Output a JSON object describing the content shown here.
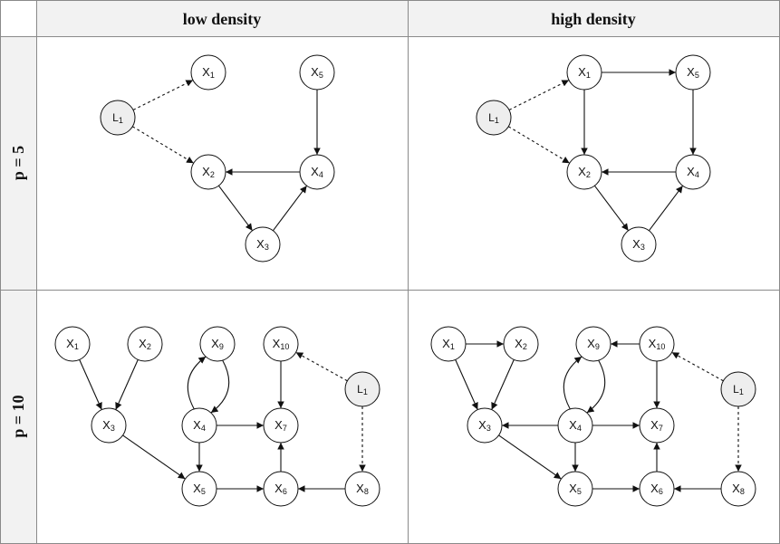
{
  "header": {
    "col_low": "low density",
    "col_high": "high density",
    "row_p5": "p = 5",
    "row_p10": "p = 10"
  },
  "colors": {
    "grid_line": "#8a8a8a",
    "header_fill": "#f2f2f2",
    "cell_fill": "#ffffff",
    "node_fill": "#ffffff",
    "latent_fill": "#eeeeee",
    "edge": "#111111"
  },
  "panels": [
    {
      "id": "p5-low",
      "nodes": [
        {
          "id": "X1",
          "base": "X",
          "sub": "1",
          "latent": false
        },
        {
          "id": "X5",
          "base": "X",
          "sub": "5",
          "latent": false
        },
        {
          "id": "L1",
          "base": "L",
          "sub": "1",
          "latent": true
        },
        {
          "id": "X2",
          "base": "X",
          "sub": "2",
          "latent": false
        },
        {
          "id": "X4",
          "base": "X",
          "sub": "4",
          "latent": false
        },
        {
          "id": "X3",
          "base": "X",
          "sub": "3",
          "latent": false
        }
      ],
      "edges": [
        {
          "from": "L1",
          "to": "X1",
          "dashed": true
        },
        {
          "from": "L1",
          "to": "X2",
          "dashed": true
        },
        {
          "from": "X5",
          "to": "X4",
          "dashed": false
        },
        {
          "from": "X4",
          "to": "X2",
          "dashed": false
        },
        {
          "from": "X2",
          "to": "X3",
          "dashed": false
        },
        {
          "from": "X3",
          "to": "X4",
          "dashed": false
        }
      ]
    },
    {
      "id": "p5-high",
      "nodes": [
        {
          "id": "X1",
          "base": "X",
          "sub": "1",
          "latent": false
        },
        {
          "id": "X5",
          "base": "X",
          "sub": "5",
          "latent": false
        },
        {
          "id": "L1",
          "base": "L",
          "sub": "1",
          "latent": true
        },
        {
          "id": "X2",
          "base": "X",
          "sub": "2",
          "latent": false
        },
        {
          "id": "X4",
          "base": "X",
          "sub": "4",
          "latent": false
        },
        {
          "id": "X3",
          "base": "X",
          "sub": "3",
          "latent": false
        }
      ],
      "edges": [
        {
          "from": "L1",
          "to": "X1",
          "dashed": true
        },
        {
          "from": "L1",
          "to": "X2",
          "dashed": true
        },
        {
          "from": "X1",
          "to": "X5",
          "dashed": false
        },
        {
          "from": "X1",
          "to": "X2",
          "dashed": false
        },
        {
          "from": "X5",
          "to": "X4",
          "dashed": false
        },
        {
          "from": "X4",
          "to": "X2",
          "dashed": false
        },
        {
          "from": "X2",
          "to": "X3",
          "dashed": false
        },
        {
          "from": "X3",
          "to": "X4",
          "dashed": false
        }
      ]
    },
    {
      "id": "p10-low",
      "nodes": [
        {
          "id": "X1",
          "base": "X",
          "sub": "1",
          "latent": false
        },
        {
          "id": "X2",
          "base": "X",
          "sub": "2",
          "latent": false
        },
        {
          "id": "X9",
          "base": "X",
          "sub": "9",
          "latent": false
        },
        {
          "id": "X10",
          "base": "X",
          "sub": "10",
          "latent": false
        },
        {
          "id": "L1",
          "base": "L",
          "sub": "1",
          "latent": true
        },
        {
          "id": "X3",
          "base": "X",
          "sub": "3",
          "latent": false
        },
        {
          "id": "X4",
          "base": "X",
          "sub": "4",
          "latent": false
        },
        {
          "id": "X7",
          "base": "X",
          "sub": "7",
          "latent": false
        },
        {
          "id": "X5",
          "base": "X",
          "sub": "5",
          "latent": false
        },
        {
          "id": "X6",
          "base": "X",
          "sub": "6",
          "latent": false
        },
        {
          "id": "X8",
          "base": "X",
          "sub": "8",
          "latent": false
        }
      ],
      "edges": [
        {
          "from": "X1",
          "to": "X3",
          "dashed": false
        },
        {
          "from": "X2",
          "to": "X3",
          "dashed": false
        },
        {
          "from": "X3",
          "to": "X5",
          "dashed": false
        },
        {
          "from": "X9",
          "to": "X4",
          "dashed": false,
          "curve": -30
        },
        {
          "from": "X4",
          "to": "X9",
          "dashed": false,
          "curve": -30
        },
        {
          "from": "X4",
          "to": "X7",
          "dashed": false
        },
        {
          "from": "X4",
          "to": "X5",
          "dashed": false
        },
        {
          "from": "X10",
          "to": "X7",
          "dashed": false
        },
        {
          "from": "L1",
          "to": "X10",
          "dashed": true
        },
        {
          "from": "L1",
          "to": "X8",
          "dashed": true
        },
        {
          "from": "X5",
          "to": "X6",
          "dashed": false
        },
        {
          "from": "X6",
          "to": "X7",
          "dashed": false
        },
        {
          "from": "X8",
          "to": "X6",
          "dashed": false
        }
      ]
    },
    {
      "id": "p10-high",
      "nodes": [
        {
          "id": "X1",
          "base": "X",
          "sub": "1",
          "latent": false
        },
        {
          "id": "X2",
          "base": "X",
          "sub": "2",
          "latent": false
        },
        {
          "id": "X9",
          "base": "X",
          "sub": "9",
          "latent": false
        },
        {
          "id": "X10",
          "base": "X",
          "sub": "10",
          "latent": false
        },
        {
          "id": "L1",
          "base": "L",
          "sub": "1",
          "latent": true
        },
        {
          "id": "X3",
          "base": "X",
          "sub": "3",
          "latent": false
        },
        {
          "id": "X4",
          "base": "X",
          "sub": "4",
          "latent": false
        },
        {
          "id": "X7",
          "base": "X",
          "sub": "7",
          "latent": false
        },
        {
          "id": "X5",
          "base": "X",
          "sub": "5",
          "latent": false
        },
        {
          "id": "X6",
          "base": "X",
          "sub": "6",
          "latent": false
        },
        {
          "id": "X8",
          "base": "X",
          "sub": "8",
          "latent": false
        }
      ],
      "edges": [
        {
          "from": "X1",
          "to": "X2",
          "dashed": false
        },
        {
          "from": "X1",
          "to": "X3",
          "dashed": false
        },
        {
          "from": "X2",
          "to": "X3",
          "dashed": false
        },
        {
          "from": "X4",
          "to": "X3",
          "dashed": false
        },
        {
          "from": "X3",
          "to": "X5",
          "dashed": false
        },
        {
          "from": "X9",
          "to": "X4",
          "dashed": false,
          "curve": -30
        },
        {
          "from": "X4",
          "to": "X9",
          "dashed": false,
          "curve": -30
        },
        {
          "from": "X10",
          "to": "X9",
          "dashed": false
        },
        {
          "from": "X4",
          "to": "X7",
          "dashed": false
        },
        {
          "from": "X4",
          "to": "X5",
          "dashed": false
        },
        {
          "from": "X10",
          "to": "X7",
          "dashed": false
        },
        {
          "from": "L1",
          "to": "X10",
          "dashed": true
        },
        {
          "from": "L1",
          "to": "X8",
          "dashed": true
        },
        {
          "from": "X5",
          "to": "X6",
          "dashed": false
        },
        {
          "from": "X6",
          "to": "X7",
          "dashed": false
        },
        {
          "from": "X8",
          "to": "X6",
          "dashed": false
        }
      ]
    }
  ]
}
